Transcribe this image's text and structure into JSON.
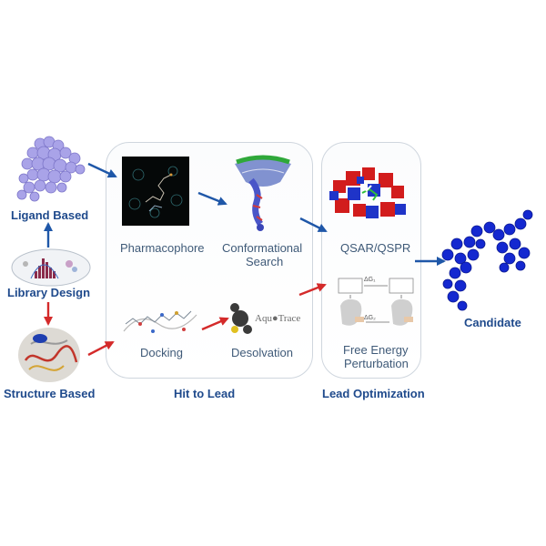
{
  "labels": {
    "ligand_based": "Ligand Based",
    "library_design": "Library Design",
    "structure_based": "Structure Based",
    "pharmacophore": "Pharmacophore",
    "conformational_search_1": "Conformational",
    "conformational_search_2": "Search",
    "qsar": "QSAR/QSPR",
    "docking": "Docking",
    "desolvation": "Desolvation",
    "fep_1": "Free Energy",
    "fep_2": "Perturbation",
    "hit_to_lead": "Hit to Lead",
    "lead_optimization": "Lead Optimization",
    "candidate": "Candidate",
    "aquatrace": "Aqu●Trace",
    "delta_g1": "ΔG₁",
    "delta_g2": "ΔG₂"
  },
  "colors": {
    "blue_arrow": "#1f57a8",
    "red_arrow": "#d42a2a",
    "label_blue": "#1f4a8c",
    "label_gray": "#3f5a78"
  }
}
